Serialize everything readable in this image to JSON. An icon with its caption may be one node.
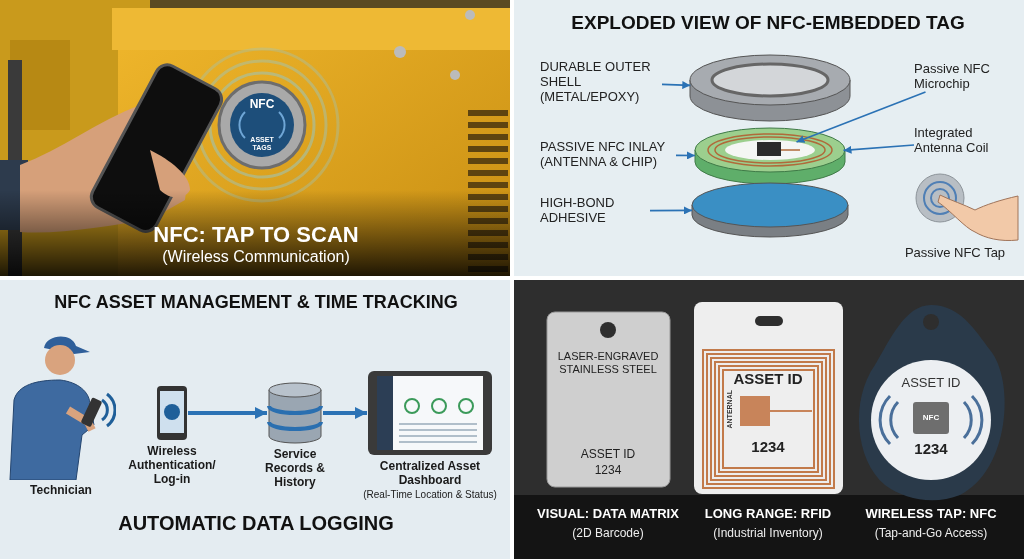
{
  "diagram": {
    "nodes": [
      {
        "text": [
          "DURABLE OUTER SHELL (METAL/EPOXY)"
        ]
      },
      {
        "text": [],
        "shape": "cylinder"
      },
      {
        "text": [
          "PASSIVE NFC INLAY (ANTENNA & CHIP)"
        ]
      },
      {
        "text": [],
        "shape": "cylinder"
      },
      {
        "text": [
          "HIGH-BOND ADHESIVE"
        ]
      },
      {
        "text": [],
        "shape": "cylinder"
      },
      {
        "text": [
          "Passive NFC Microchip"
        ]
      },
      {
        "text": [],
        "shape": "box",
        "in": 3
      },
      {
        "text": [
          "Integrated Antenna Coil"
        ]
      },
      {
        "text": [
          "Technician"
        ]
      },
      {
        "text": [
          "Wireless Authentication/ Log-in"
        ]
      },
      {
        "text": [
          "Service Records & History"
        ]
      },
      {
        "text": [
          "Centralized Asset Dashboard",
          "(Real-Time Location & Status)"
        ]
      }
    ],
    "edges": [
      {
        "from": 0,
        "to": 1,
        "arrow": "to"
      },
      {
        "from": 2,
        "to": 3,
        "arrow": "to"
      },
      {
        "from": 4,
        "to": 5,
        "arrow": "to"
      },
      {
        "from": 6,
        "to": 7,
        "arrow": "to"
      },
      {
        "from": 8,
        "to": 3,
        "arrow": "to"
      },
      {
        "from": 10,
        "to": 11,
        "arrow": "to",
        "style": "thick"
      },
      {
        "from": 11,
        "to": 12,
        "arrow": "to",
        "style": "thick"
      }
    ],
    "labels": [
      "NFC",
      "ASSET TAGS",
      "NFC: TAP TO SCAN",
      "(Wireless Communication)",
      "EXPLODED VIEW OF NFC-EMBEDDED TAG",
      "Passive NFC Tap",
      "NFC ASSET MANAGEMENT & TIME TRACKING",
      "AUTOMATIC DATA LOGGING",
      "LASER-ENGRAVED STAINLESS STEEL",
      "ASSET ID",
      "1234",
      "ASSET ID",
      "ANTERNAL",
      "1234",
      "ASSET ID",
      "NFC",
      "1234",
      "VISUAL: DATA MATRIX",
      "(2D Barcode)",
      "LONG RANGE: RFID",
      "(Industrial Inventory)",
      "WIRELESS TAP: NFC",
      "(Tap-and-Go Access)"
    ]
  }
}
